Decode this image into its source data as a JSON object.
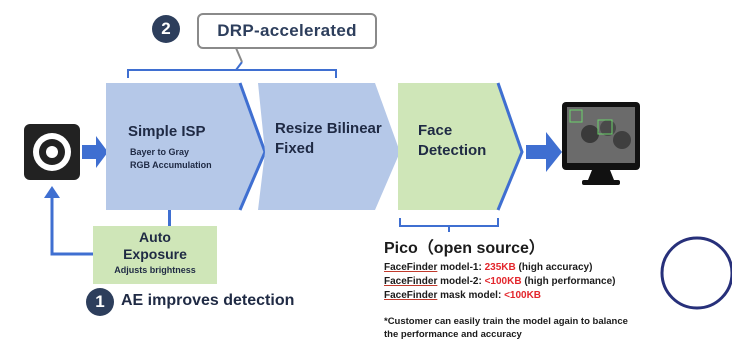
{
  "badges": {
    "drp_number": "2",
    "ae_number": "1"
  },
  "drp_label": "DRP-accelerated",
  "stages": {
    "simple_isp": {
      "title": "Simple ISP",
      "line1": "Bayer to Gray",
      "line2": "RGB Accumulation"
    },
    "resize": {
      "title_line1": "Resize Bilinear",
      "title_line2": "Fixed"
    },
    "face": {
      "title_line1": "Face",
      "title_line2": "Detection"
    }
  },
  "auto_exposure": {
    "title_line1": "Auto",
    "title_line2": "Exposure",
    "subtitle": "Adjusts brightness"
  },
  "ae_note": "AE improves detection",
  "pico": {
    "title": "Pico（open source）",
    "models": [
      {
        "name": "FaceFinder",
        "label": " model-1: ",
        "size": "235KB",
        "note": " (high accuracy)"
      },
      {
        "name": "FaceFinder",
        "label": " model-2: ",
        "size": "<100KB",
        "note": " (high performance)"
      },
      {
        "name": "FaceFinder",
        "label": " mask model: ",
        "size": "<100KB",
        "note": ""
      }
    ],
    "footnote_line1": "*Customer can easily train the model again to balance",
    "footnote_line2": "the performance and accuracy"
  },
  "colors": {
    "isp_blue": "#b5c8e8",
    "face_green": "#cfe6b8",
    "arrow_blue": "#3f6fd1",
    "badge_navy": "#2d3e5c",
    "accent_red": "#e3262c"
  }
}
